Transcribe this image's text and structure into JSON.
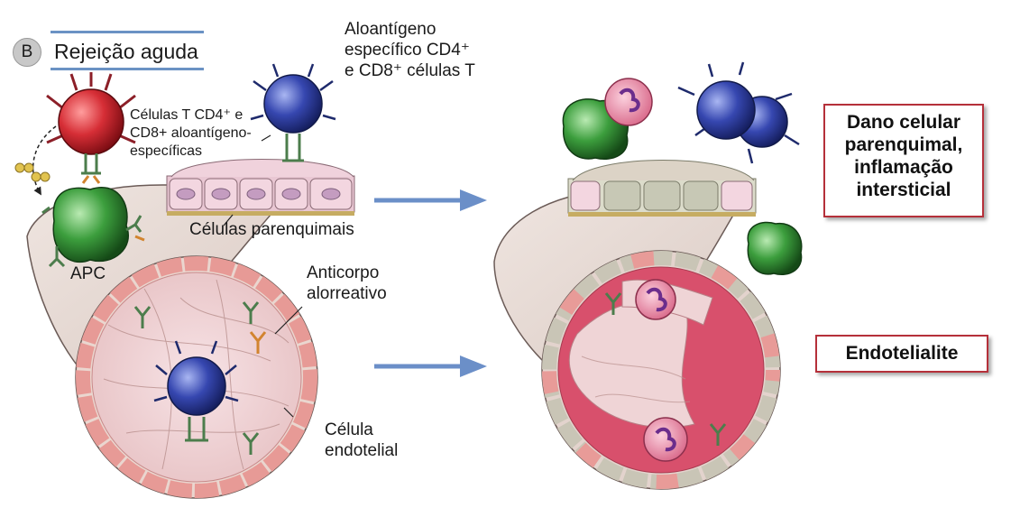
{
  "panel": {
    "badge": "B",
    "title": "Rejeição aguda"
  },
  "labels": {
    "alloantigen_line1": "Aloantígeno",
    "alloantigen_line2": "específico CD4⁺",
    "alloantigen_line3": "e CD8⁺ células T",
    "tcells_line1": "Células T CD4⁺ e",
    "tcells_line2": "CD8+ aloantígeno-",
    "tcells_line3": "específicas",
    "parenchymal_cells": "Células parenquimais",
    "apc": "APC",
    "antibody_line1": "Anticorpo",
    "antibody_line2": "alorreativo",
    "endothelial_line1": "Célula",
    "endothelial_line2": "endotelial"
  },
  "outcomes": {
    "parenchymal_damage_line1": "Dano celular",
    "parenchymal_damage_line2": "parenquimal,",
    "parenchymal_damage_line3": "inflamação",
    "parenchymal_damage_line4": "intersticial",
    "endothelialitis": "Endotelialite"
  },
  "colors": {
    "cd4_cell": "#c8262d",
    "cd8_cell": "#2f3f9e",
    "apc": "#3a9a3c",
    "neutrophil": "#e27c9c",
    "vessel_wall": "#ecd9d2",
    "endothelium": "#f0b3ae",
    "arrow": "#6b8fc8",
    "box_border": "#b5303a"
  }
}
